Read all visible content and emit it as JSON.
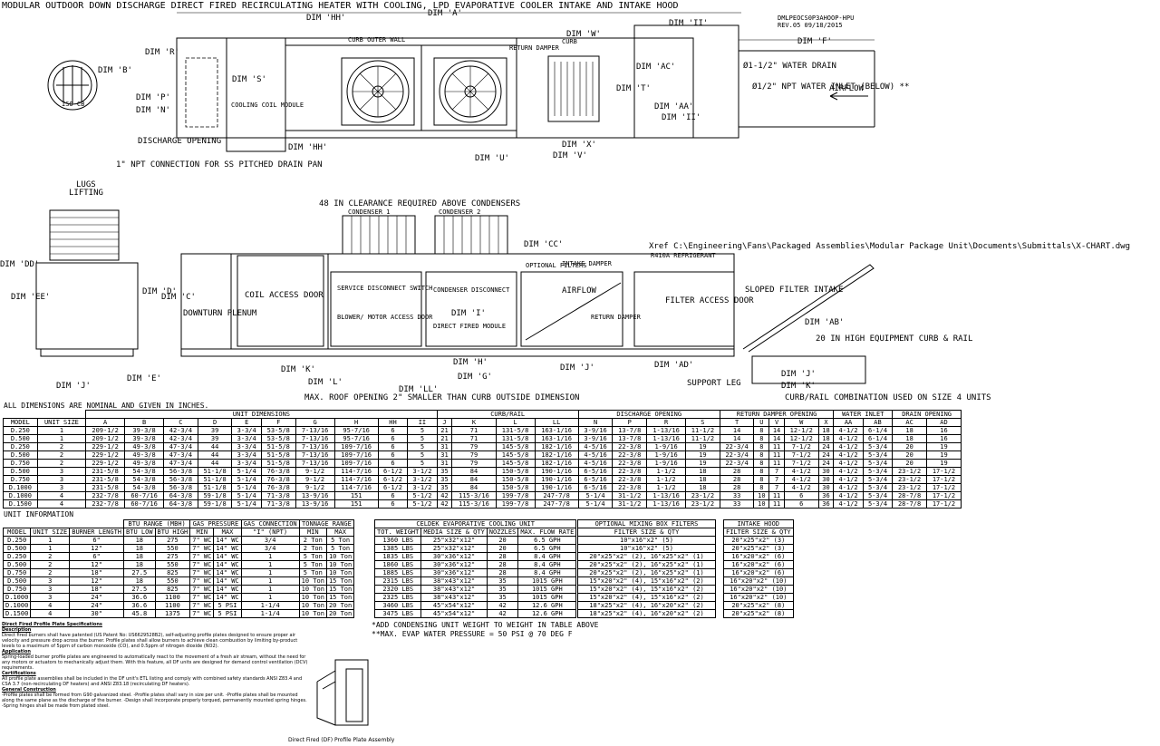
{
  "title": "MODULAR OUTDOOR DOWN DISCHARGE DIRECT FIRED RECIRCULATING HEATER WITH COOLING, LPD EVAPORATIVE COOLER INTAKE AND INTAKE HOOD",
  "drawing_ref": [
    "DMLPEOCS0P3AHOOP-HPU",
    "REV.05   09/18/2015"
  ],
  "top_labels": {
    "dim_a": "DIM 'A'",
    "dim_hh": "DIM 'HH'",
    "dim_ii": "DIM 'II'",
    "dim_r": "DIM 'R'",
    "dim_b": "DIM 'B'",
    "dim_p": "DIM 'P'",
    "dim_n": "DIM 'N'",
    "dim_s": "DIM 'S'",
    "curb_outer_wall": "CURB OUTER WALL",
    "return_damper": "RETURN DAMPER",
    "curb": "CURB",
    "dim_w": "DIM 'W'",
    "dim_f": "DIM 'F'",
    "dim_ac": "DIM 'AC'",
    "dim_t": "DIM 'T'",
    "cooling_coil_module": "COOLING COIL MODULE",
    "water_drain": "Ø1-1/2\" WATER DRAIN",
    "water_inlet": "Ø1/2\" NPT WATER INLET (BELOW) **",
    "airflow": "AIRFLOW",
    "dim_aa": "DIM 'AA'",
    "dim_ii2": "DIM 'II'",
    "discharge_opening": "DISCHARGE OPENING",
    "dim_hh2": "DIM 'HH'",
    "dim_x": "DIM 'X'",
    "dim_u": "DIM 'U'",
    "dim_v": "DIM 'V'",
    "npt_connection": "1\" NPT CONNECTION FOR SS PITCHED DRAIN PAN",
    "circle_label": "ISO CB"
  },
  "side_labels": {
    "lugs": "LUGS",
    "lifting": "LIFTING",
    "clearance": "48 IN CLEARANCE REQUIRED ABOVE CONDENSERS",
    "condenser1": "CONDENSER 1",
    "condenser2": "CONDENSER 2",
    "dim_cc": "DIM 'CC'",
    "xref": "Xref C:\\Engineering\\Fans\\Packaged Assemblies\\Modular Package Unit\\Documents\\Submittals\\X-CHART.dwg",
    "refrigerant": "R410A REFRIGERANT",
    "optional_filters": "OPTIONAL FILTERS",
    "intake_damper": "INTAKE DAMPER",
    "dim_dd": "DIM 'DD'",
    "dim_ee": "DIM 'EE'",
    "dim_d": "DIM 'D'",
    "dim_c": "DIM 'C'",
    "downturn_plenum": "DOWNTURN PLENUM",
    "coil_access_door": "COIL ACCESS DOOR",
    "service_disconnect": "SERVICE DISCONNECT SWITCH",
    "condenser_disconnect": "CONDENSER DISCONNECT",
    "blower_motor": "BLOWER/ MOTOR ACCESS DOOR",
    "dim_i": "DIM 'I'",
    "direct_fired": "DIRECT FIRED MODULE",
    "airflow": "AIRFLOW",
    "return_damper": "RETURN DAMPER",
    "filter_access": "FILTER ACCESS DOOR",
    "sloped_filter": "SLOPED FILTER INTAKE",
    "dim_ab": "DIM 'AB'",
    "equipment_curb": "20 IN HIGH EQUIPMENT CURB & RAIL",
    "dim_h": "DIM 'H'",
    "dim_k": "DIM 'K'",
    "dim_l": "DIM 'L'",
    "dim_g": "DIM 'G'",
    "dim_j": "DIM 'J'",
    "dim_ll": "DIM 'LL'",
    "dim_ad": "DIM 'AD'",
    "support_leg": "SUPPORT LEG",
    "dim_e": "DIM 'E'",
    "dim_j2": "DIM 'J'",
    "dim_k2": "DIM 'K'",
    "dim_j3": "DIM 'J'",
    "max_roof": "MAX. ROOF OPENING 2\" SMALLER THAN CURB OUTSIDE DIMENSION",
    "curb_rail_combo": "CURB/RAIL COMBINATION USED ON SIZE 4 UNITS"
  },
  "notes": {
    "nominal": "ALL DIMENSIONS ARE NOMINAL AND GIVEN IN INCHES.",
    "unit_information": "UNIT INFORMATION",
    "condensing_note": "*ADD CONDENSING UNIT WEIGHT TO WEIGHT IN TABLE ABOVE",
    "pressure_note": "**MAX. EVAP WATER PRESSURE = 50 PSI @ 70 DEG F",
    "figure_caption": "Direct Fired (DF) Profile Plate Assembly"
  },
  "dim_table": {
    "group_headers": [
      "UNIT DIMENSIONS",
      "CURB/RAIL",
      "DISCHARGE OPENING",
      "RETURN DAMPER OPENING",
      "WATER INLET",
      "DRAIN OPENING"
    ],
    "columns": [
      "MODEL",
      "UNIT SIZE",
      "A",
      "B",
      "C",
      "D",
      "E",
      "F",
      "G",
      "H",
      "HH",
      "II",
      "J",
      "K",
      "L",
      "LL",
      "N",
      "P",
      "R",
      "S",
      "T",
      "U",
      "V",
      "W",
      "X",
      "AA",
      "AB",
      "AC",
      "AD"
    ],
    "rows": [
      [
        "D.250",
        "1",
        "209-1/2",
        "39-3/8",
        "42-3/4",
        "39",
        "3-3/4",
        "53-5/8",
        "7-13/16",
        "95-7/16",
        "6",
        "5",
        "21",
        "71",
        "131-5/8",
        "163-1/16",
        "3-9/16",
        "13-7/8",
        "1-13/16",
        "11-1/2",
        "14",
        "8",
        "14",
        "12-1/2",
        "18",
        "4-1/2",
        "6-1/4",
        "18",
        "16"
      ],
      [
        "D.500",
        "1",
        "209-1/2",
        "39-3/8",
        "42-3/4",
        "39",
        "3-3/4",
        "53-5/8",
        "7-13/16",
        "95-7/16",
        "6",
        "5",
        "21",
        "71",
        "131-5/8",
        "163-1/16",
        "3-9/16",
        "13-7/8",
        "1-13/16",
        "11-1/2",
        "14",
        "8",
        "14",
        "12-1/2",
        "18",
        "4-1/2",
        "6-1/4",
        "18",
        "16"
      ],
      [
        "D.250",
        "2",
        "229-1/2",
        "49-3/8",
        "47-3/4",
        "44",
        "3-3/4",
        "51-5/8",
        "7-13/16",
        "109-7/16",
        "6",
        "5",
        "31",
        "79",
        "145-5/8",
        "182-1/16",
        "4-5/16",
        "22-3/8",
        "1-9/16",
        "19",
        "22-3/4",
        "8",
        "11",
        "7-1/2",
        "24",
        "4-1/2",
        "5-3/4",
        "20",
        "19"
      ],
      [
        "D.500",
        "2",
        "229-1/2",
        "49-3/8",
        "47-3/4",
        "44",
        "3-3/4",
        "51-5/8",
        "7-13/16",
        "109-7/16",
        "6",
        "5",
        "31",
        "79",
        "145-5/8",
        "182-1/16",
        "4-5/16",
        "22-3/8",
        "1-9/16",
        "19",
        "22-3/4",
        "8",
        "11",
        "7-1/2",
        "24",
        "4-1/2",
        "5-3/4",
        "20",
        "19"
      ],
      [
        "D.750",
        "2",
        "229-1/2",
        "49-3/8",
        "47-3/4",
        "44",
        "3-3/4",
        "51-5/8",
        "7-13/16",
        "109-7/16",
        "6",
        "5",
        "31",
        "79",
        "145-5/8",
        "182-1/16",
        "4-5/16",
        "22-3/8",
        "1-9/16",
        "19",
        "22-3/4",
        "8",
        "11",
        "7-1/2",
        "24",
        "4-1/2",
        "5-3/4",
        "20",
        "19"
      ],
      [
        "D.500",
        "3",
        "231-5/8",
        "54-3/8",
        "56-3/8",
        "51-1/8",
        "5-1/4",
        "76-3/8",
        "9-1/2",
        "114-7/16",
        "6-1/2",
        "3-1/2",
        "35",
        "84",
        "150-5/8",
        "190-1/16",
        "6-5/16",
        "22-3/8",
        "1-1/2",
        "18",
        "28",
        "8",
        "7",
        "4-1/2",
        "30",
        "4-1/2",
        "5-3/4",
        "23-1/2",
        "17-1/2"
      ],
      [
        "D.750",
        "3",
        "231-5/8",
        "54-3/8",
        "56-3/8",
        "51-1/8",
        "5-1/4",
        "76-3/8",
        "9-1/2",
        "114-7/16",
        "6-1/2",
        "3-1/2",
        "35",
        "84",
        "150-5/8",
        "190-1/16",
        "6-5/16",
        "22-3/8",
        "1-1/2",
        "18",
        "28",
        "8",
        "7",
        "4-1/2",
        "30",
        "4-1/2",
        "5-3/4",
        "23-1/2",
        "17-1/2"
      ],
      [
        "D.1000",
        "3",
        "231-5/8",
        "54-3/8",
        "56-3/8",
        "51-1/8",
        "5-1/4",
        "76-3/8",
        "9-1/2",
        "114-7/16",
        "6-1/2",
        "3-1/2",
        "35",
        "84",
        "150-5/8",
        "190-1/16",
        "6-5/16",
        "22-3/8",
        "1-1/2",
        "18",
        "28",
        "8",
        "7",
        "4-1/2",
        "30",
        "4-1/2",
        "5-3/4",
        "23-1/2",
        "17-1/2"
      ],
      [
        "D.1000",
        "4",
        "232-7/8",
        "60-7/16",
        "64-3/8",
        "59-1/8",
        "5-1/4",
        "71-3/8",
        "13-9/16",
        "151",
        "6",
        "5-1/2",
        "42",
        "115-3/16",
        "199-7/8",
        "247-7/8",
        "5-1/4",
        "31-1/2",
        "1-13/16",
        "23-1/2",
        "33",
        "10",
        "11",
        "6",
        "36",
        "4-1/2",
        "5-3/4",
        "28-7/8",
        "17-1/2"
      ],
      [
        "D.1500",
        "4",
        "232-7/8",
        "60-7/16",
        "64-3/8",
        "59-1/8",
        "5-1/4",
        "71-3/8",
        "13-9/16",
        "151",
        "6",
        "5-1/2",
        "42",
        "115-3/16",
        "199-7/8",
        "247-7/8",
        "5-1/4",
        "31-1/2",
        "1-13/16",
        "23-1/2",
        "33",
        "10",
        "11",
        "6",
        "36",
        "4-1/2",
        "5-3/4",
        "28-7/8",
        "17-1/2"
      ]
    ]
  },
  "unit_info_table": {
    "group_headers": [
      "BTU RANGE (MBH)",
      "GAS PRESSURE",
      "GAS CONNECTION",
      "TONNAGE RANGE"
    ],
    "columns": [
      "MODEL",
      "UNIT SIZE",
      "BURNER LENGTH",
      "BTU LOW",
      "BTU HIGH",
      "MIN",
      "MAX",
      "\"I\" (NPT)",
      "MIN",
      "MAX"
    ],
    "rows": [
      [
        "D.250",
        "1",
        "6\"",
        "18",
        "275",
        "7\" WC",
        "14\" WC",
        "3/4",
        "2 Ton",
        "5 Ton"
      ],
      [
        "D.500",
        "1",
        "12\"",
        "18",
        "550",
        "7\" WC",
        "14\" WC",
        "3/4",
        "2 Ton",
        "5 Ton"
      ],
      [
        "D.250",
        "2",
        "6\"",
        "18",
        "275",
        "7\" WC",
        "14\" WC",
        "1",
        "5 Ton",
        "10 Ton"
      ],
      [
        "D.500",
        "2",
        "12\"",
        "18",
        "550",
        "7\" WC",
        "14\" WC",
        "1",
        "5 Ton",
        "10 Ton"
      ],
      [
        "D.750",
        "2",
        "18\"",
        "27.5",
        "825",
        "7\" WC",
        "14\" WC",
        "1",
        "5 Ton",
        "10 Ton"
      ],
      [
        "D.500",
        "3",
        "12\"",
        "18",
        "550",
        "7\" WC",
        "14\" WC",
        "1",
        "10 Ton",
        "15 Ton"
      ],
      [
        "D.750",
        "3",
        "18\"",
        "27.5",
        "825",
        "7\" WC",
        "14\" WC",
        "1",
        "10 Ton",
        "15 Ton"
      ],
      [
        "D.1000",
        "3",
        "24\"",
        "36.6",
        "1100",
        "7\" WC",
        "14\" WC",
        "1",
        "10 Ton",
        "15 Ton"
      ],
      [
        "D.1000",
        "4",
        "24\"",
        "36.6",
        "1100",
        "7\" WC",
        "5 PSI",
        "1-1/4",
        "10 Ton",
        "20 Ton"
      ],
      [
        "D.1500",
        "4",
        "30\"",
        "45.8",
        "1375",
        "7\" WC",
        "5 PSI",
        "1-1/4",
        "10 Ton",
        "20 Ton"
      ]
    ]
  },
  "celdek_table": {
    "title": "CELDEK EVAPORATIVE COOLING UNIT",
    "columns": [
      "TOT. WEIGHT",
      "MEDIA SIZE & QTY",
      "NOZZLES",
      "MAX. FLOW RATE"
    ],
    "rows": [
      [
        "1360 LBS",
        "25\"x32\"x12\"",
        "20",
        "6.5 GPH"
      ],
      [
        "1385 LBS",
        "25\"x32\"x12\"",
        "20",
        "6.5 GPH"
      ],
      [
        "1835 LBS",
        "30\"x36\"x12\"",
        "28",
        "8.4 GPH"
      ],
      [
        "1860 LBS",
        "30\"x36\"x12\"",
        "28",
        "8.4 GPH"
      ],
      [
        "1885 LBS",
        "30\"x36\"x12\"",
        "28",
        "8.4 GPH"
      ],
      [
        "2315 LBS",
        "38\"x43\"x12\"",
        "35",
        "1015 GPH"
      ],
      [
        "2320 LBS",
        "38\"x43\"x12\"",
        "35",
        "1015 GPH"
      ],
      [
        "2325 LBS",
        "38\"x43\"x12\"",
        "35",
        "1015 GPH"
      ],
      [
        "3460 LBS",
        "45\"x54\"x12\"",
        "42",
        "12.6 GPH"
      ],
      [
        "3475 LBS",
        "45\"x54\"x12\"",
        "42",
        "12.6 GPH"
      ]
    ]
  },
  "filters_table": {
    "title": "OPTIONAL MIXING BOX FILTERS",
    "column": "FILTER SIZE & QTY",
    "rows": [
      "10\"x16\"x2\" (5)",
      "10\"x16\"x2\" (5)",
      "20\"x25\"x2\" (2), 16\"x25\"x2\" (1)",
      "20\"x25\"x2\" (2), 16\"x25\"x2\" (1)",
      "20\"x25\"x2\" (2), 16\"x25\"x2\" (1)",
      "15\"x20\"x2\" (4), 15\"x16\"x2\" (2)",
      "15\"x20\"x2\" (4), 15\"x16\"x2\" (2)",
      "15\"x20\"x2\" (4), 15\"x16\"x2\" (2)",
      "18\"x25\"x2\" (4), 16\"x20\"x2\" (2)",
      "18\"x25\"x2\" (4), 16\"x20\"x2\" (2)"
    ]
  },
  "intake_table": {
    "title": "INTAKE HOOD",
    "column": "FILTER SIZE & QTY",
    "rows": [
      "20\"x25\"x2\" (3)",
      "20\"x25\"x2\" (3)",
      "16\"x20\"x2\" (6)",
      "16\"x20\"x2\" (6)",
      "16\"x20\"x2\" (6)",
      "16\"x20\"x2\" (10)",
      "16\"x20\"x2\" (10)",
      "16\"x20\"x2\" (10)",
      "20\"x25\"x2\" (8)",
      "20\"x25\"x2\" (8)"
    ]
  },
  "spec": {
    "title": "Direct Fired Profile Plate Specifications",
    "sections": [
      {
        "heading": "Description",
        "text": "Direct fired burners shall have patented (US Patent No: US6629528B2), self-adjusting profile plates designed to ensure proper air velocity and pressure drop across the burner. Profile plates shall allow burners to achieve clean combustion by limiting by-product levels to a maximum of 5ppm of carbon monoxide (CO), and 0.5ppm of nitrogen dioxide (NO2)."
      },
      {
        "heading": "Application",
        "text": "Spring-loaded burner profile plates are engineered to automatically react to the movement of a fresh air stream, without the need for any motors or actuators to mechanically adjust them. With this feature, all DF units are designed for demand control ventilation (DCV) requirements."
      },
      {
        "heading": "Certifications",
        "text": "All profile plate assemblies shall be included in the DF unit's ETL listing and comply with combined safety standards ANSI Z83.4 and CSA 3.7 (non-recirculating DF heaters) and ANSI Z83.18 (recirculating DF heaters)."
      },
      {
        "heading": "General Construction",
        "text": "-Profile plates shall be formed from G90 galvanized steel. -Profile plates shall vary in size per unit. -Profile plates shall be mounted along the same plane as the discharge of the burner. -Design shall incorporate properly torqued, permanently mounted spring hinges. -Spring hinges shall be made from plated steel."
      }
    ]
  }
}
